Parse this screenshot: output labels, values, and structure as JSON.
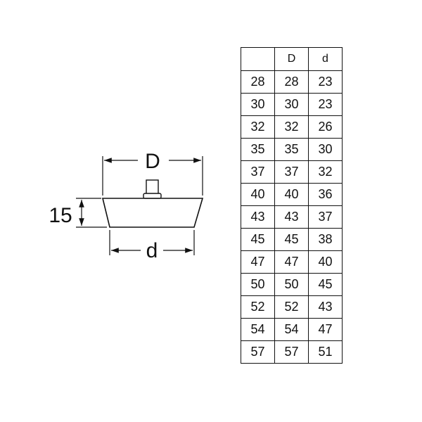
{
  "diagram": {
    "dim_width_top": "D",
    "dim_width_bottom": "d",
    "dim_height": "15"
  },
  "table": {
    "headers": [
      "",
      "D",
      "d"
    ],
    "rows": [
      [
        "28",
        "28",
        "23"
      ],
      [
        "30",
        "30",
        "23"
      ],
      [
        "32",
        "32",
        "26"
      ],
      [
        "35",
        "35",
        "30"
      ],
      [
        "37",
        "37",
        "32"
      ],
      [
        "40",
        "40",
        "36"
      ],
      [
        "43",
        "43",
        "37"
      ],
      [
        "45",
        "45",
        "38"
      ],
      [
        "47",
        "47",
        "40"
      ],
      [
        "50",
        "50",
        "45"
      ],
      [
        "52",
        "52",
        "43"
      ],
      [
        "54",
        "54",
        "47"
      ],
      [
        "57",
        "57",
        "51"
      ]
    ]
  }
}
